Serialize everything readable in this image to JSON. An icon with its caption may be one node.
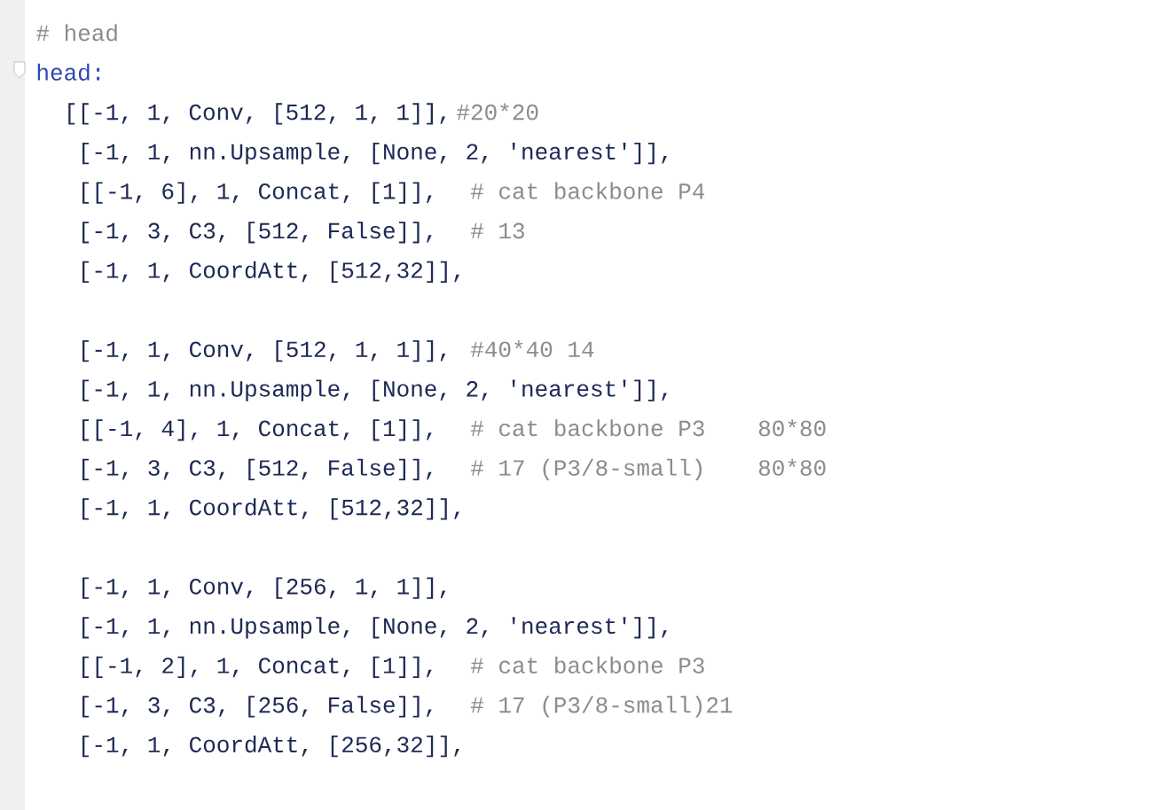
{
  "diagram": {
    "labels": [
      "# head",
      "head:",
      "[[-1, 1, Conv, [512, 1, 1]],",
      "#20*20",
      "[-1, 1, nn.Upsample, [None, 2, 'nearest']],",
      "[[-1, 6], 1, Concat, [1]],",
      "# cat backbone P4",
      "[-1, 3, C3, [512, False]],",
      "# 13",
      "[-1, 1, CoordAtt, [512,32]],",
      "[-1, 1, Conv, [512, 1, 1]],",
      "#40*40 14",
      "[-1, 1, nn.Upsample, [None, 2, 'nearest']],",
      "[[-1, 4], 1, Concat, [1]],",
      "# cat backbone P3",
      "80*80",
      "[-1, 3, C3, [512, False]],",
      "# 17 (P3/8-small)",
      "80*80",
      "[-1, 1, CoordAtt, [512,32]],",
      "[-1, 1, Conv, [256, 1, 1]],",
      "[-1, 1, nn.Upsample, [None, 2, 'nearest']],",
      "[[-1, 2], 1, Concat, [1]],",
      "# cat backbone P3",
      "[-1, 3, C3, [256, False]],",
      "# 17 (P3/8-small)21",
      "[-1, 1, CoordAtt, [256,32]],"
    ]
  }
}
